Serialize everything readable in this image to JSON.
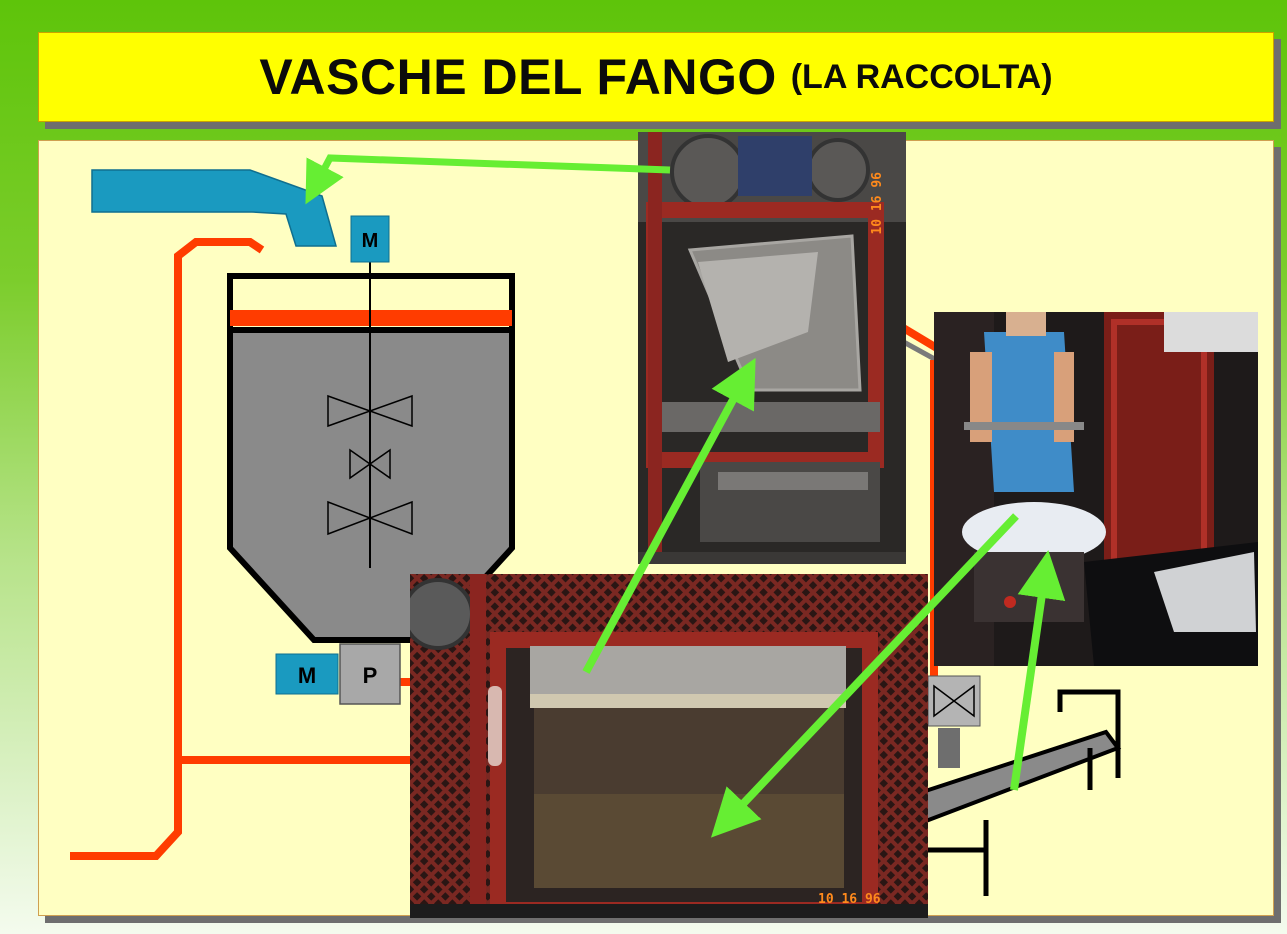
{
  "title": {
    "main": "VASCHE DEL FANGO",
    "sub": "(LA RACCOLTA)"
  },
  "labels": {
    "motor_top": "M",
    "motor_bottom": "M",
    "pump": "P"
  },
  "photo_stamps": {
    "top": "10 16 96",
    "bottom": "10 16 96"
  },
  "colors": {
    "background_green": "#5ec40a",
    "title_fill": "#ffff00",
    "panel_fill": "#ffffc2",
    "pipe": "#ff3c00",
    "arrow": "#66ee33",
    "hopper": "#1a9ac0",
    "tank": "#8a8a8a"
  }
}
